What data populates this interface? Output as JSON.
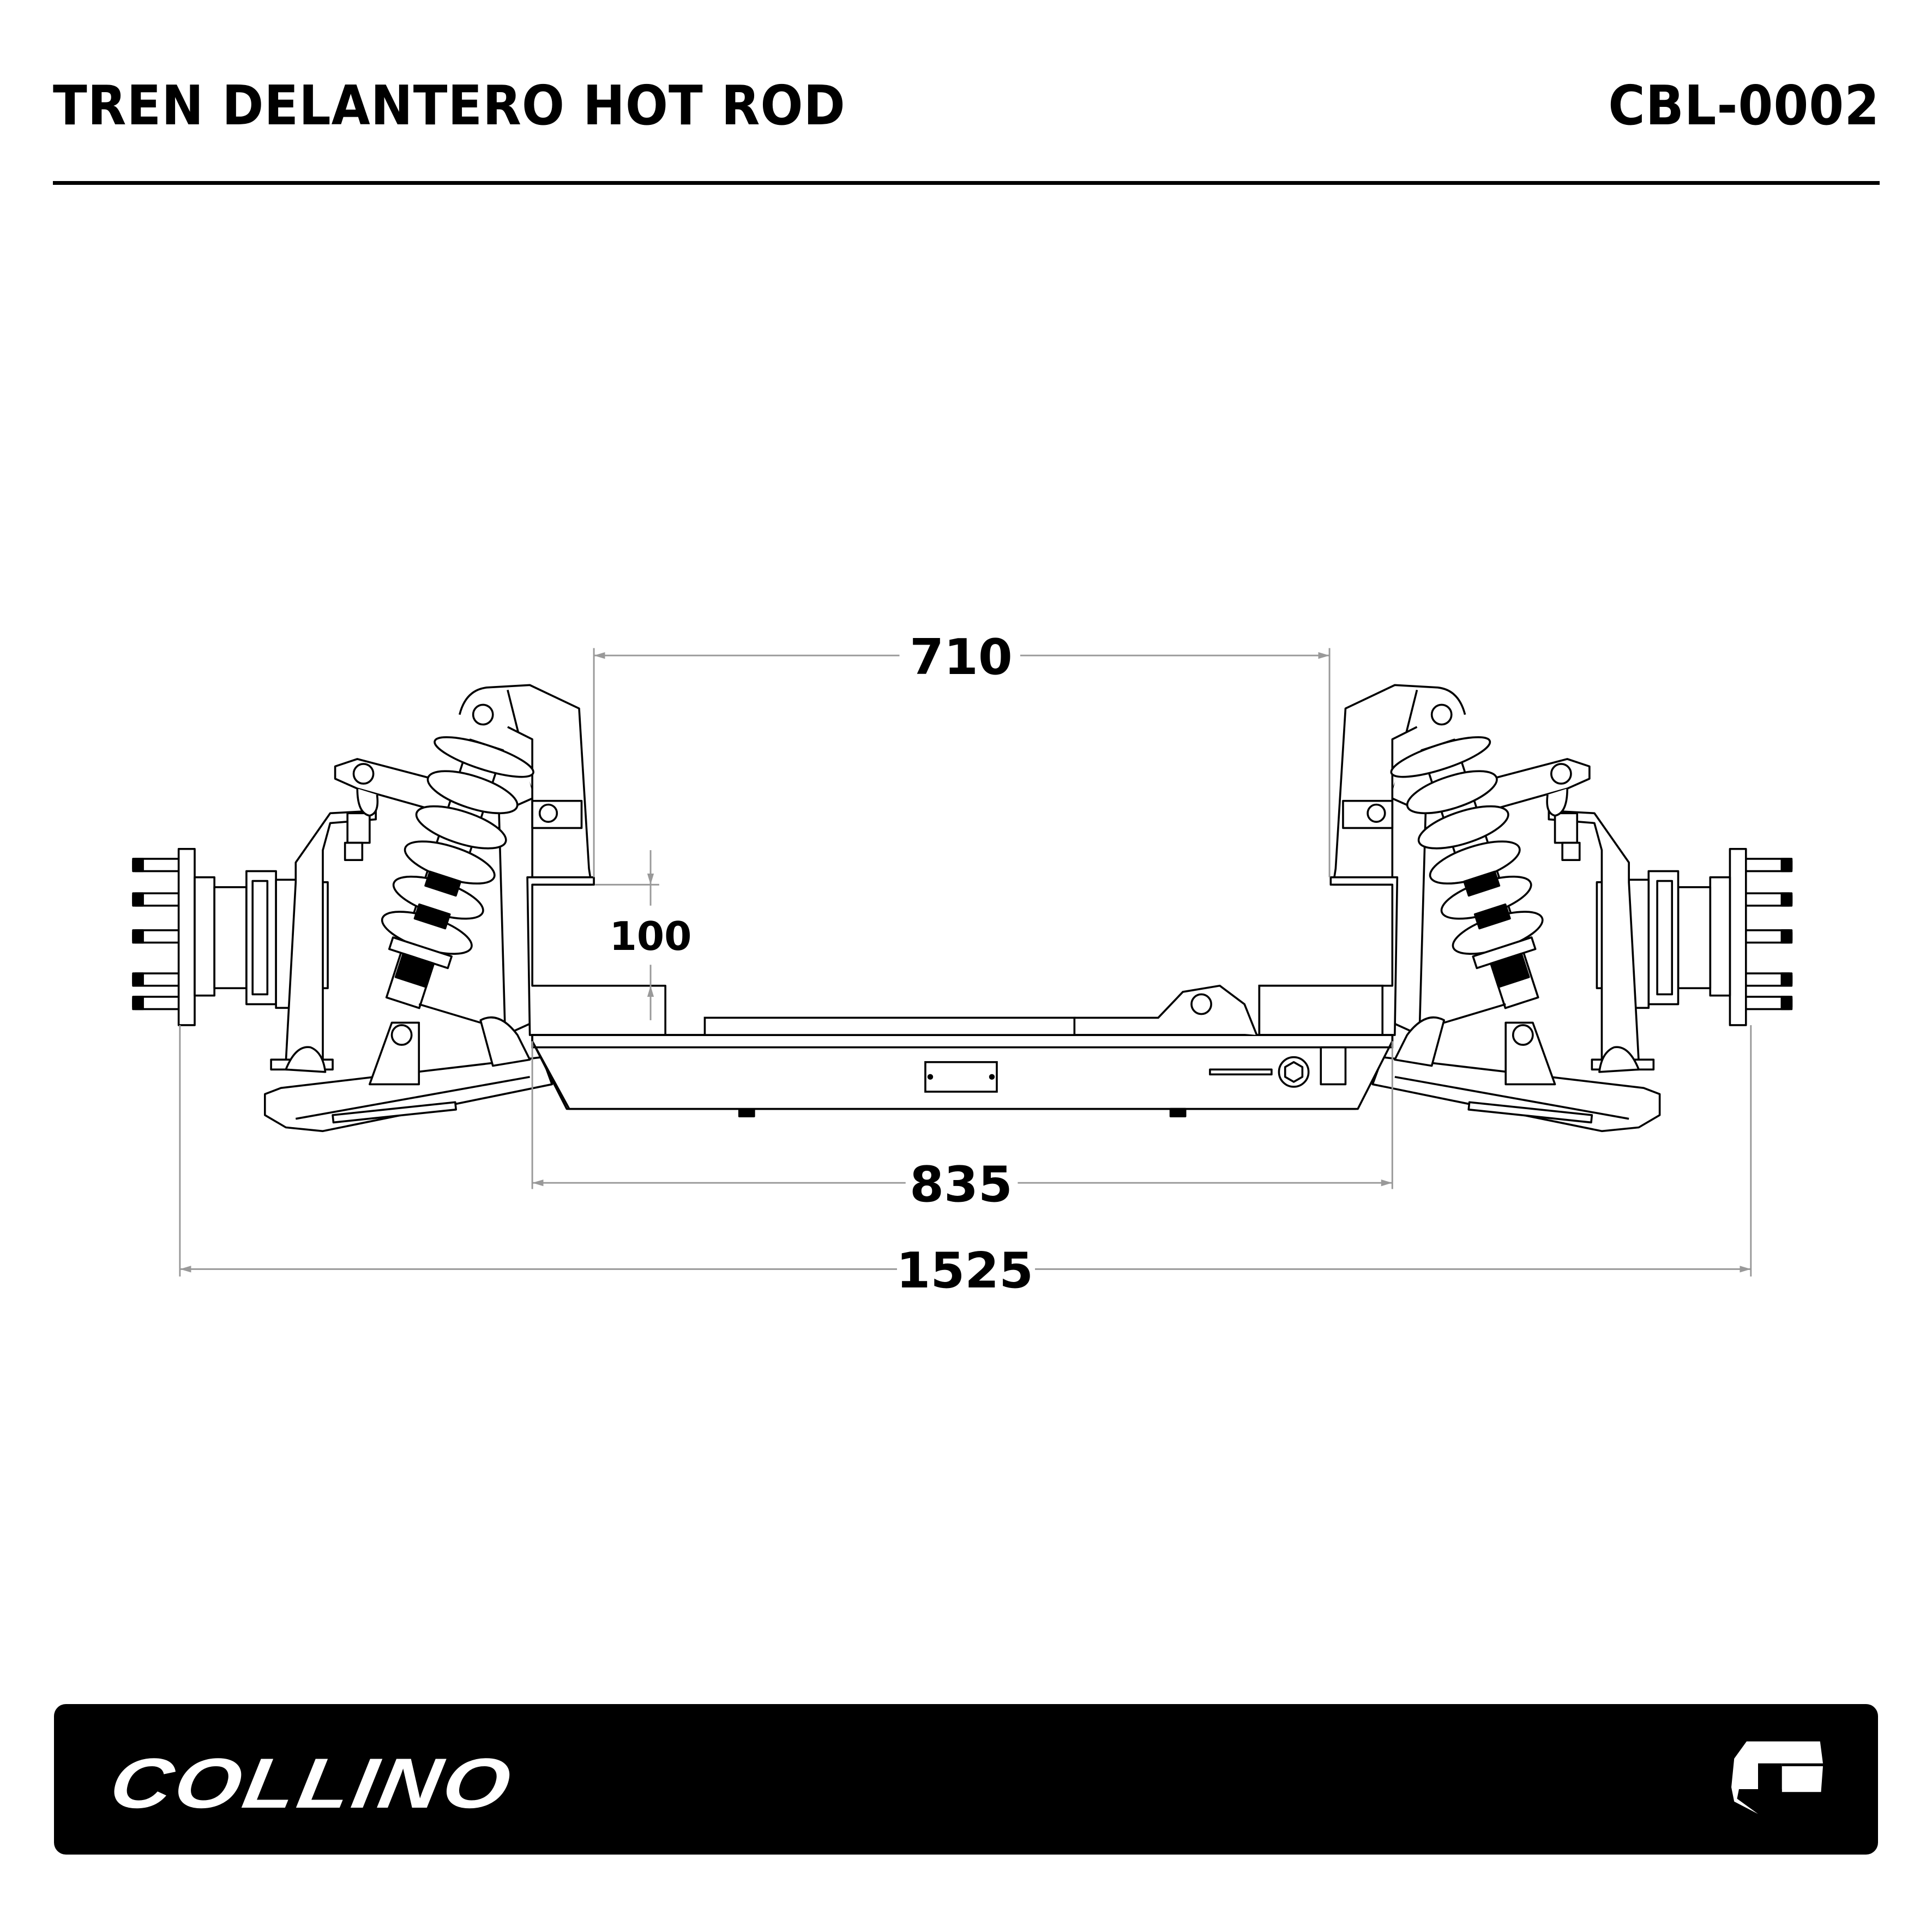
{
  "header": {
    "title": "TREN DELANTERO HOT ROD",
    "code": "CBL-0002"
  },
  "dimensions": {
    "top_width": "710",
    "height_offset": "100",
    "frame_width": "835",
    "overall_width": "1525"
  },
  "footer": {
    "brand": "COLLINO",
    "brand_mark": "C"
  },
  "colors": {
    "line": "#000000",
    "dimension": "#999999",
    "footer_bg": "#000000"
  }
}
